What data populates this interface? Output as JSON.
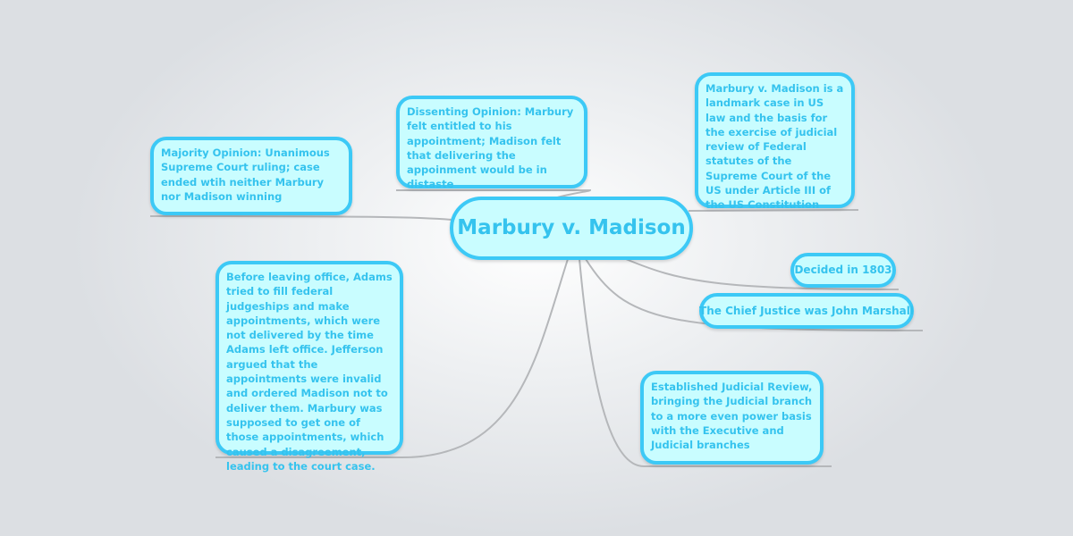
{
  "central_topic": "Marbury v. Madison",
  "topics": {
    "majority": "Majority Opinion: Unanimous Supreme Court ruling; case ended wtih neither Marbury nor Madison winning",
    "dissent": "Dissenting Opinion: Marbury felt entitled to his appointment; Madison felt that delivering the appoinment would be in distaste",
    "landmark": "Marbury v. Madison is a landmark case in US law and the basis for the exercise of judicial review of Federal statutes of the Supreme Court of the US under Article III of the US Constitution",
    "decided": "Decided in 1803",
    "chief": "The Chief Justice was John Marshall",
    "background": "Before leaving office, Adams tried to fill federal judgeships and make appointments, which were not delivered by the time Adams left office.  Jefferson argued that the appointments were invalid and ordered Madison not to deliver them. Marbury was supposed to get one of those appointments, which caused a disagreement, leading to the court case.",
    "established": "Established Judicial Review, bringing the Judicial branch to a more even power basis with the Executive and Judicial branches"
  },
  "colors": {
    "node_fill": "#c9fdff",
    "node_border": "#3cc9f6",
    "text": "#35c3ee",
    "connector": "#b5b7ba"
  }
}
